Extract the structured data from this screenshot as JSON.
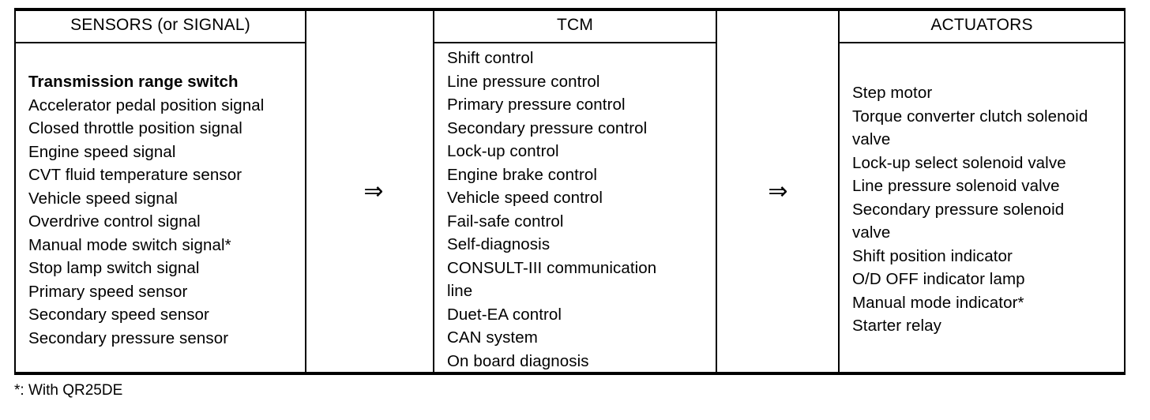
{
  "diagram": {
    "top_rule": "horizontal-rule",
    "bottom_rule": "horizontal-rule",
    "columns": [
      {
        "id": "sensors",
        "header": "SENSORS (or SIGNAL)",
        "items": [
          {
            "text": "Transmission range switch",
            "bold": true
          },
          {
            "text": "Accelerator pedal position signal",
            "bold": false
          },
          {
            "text": "Closed throttle position signal",
            "bold": false
          },
          {
            "text": "Engine speed signal",
            "bold": false
          },
          {
            "text": "CVT fluid temperature sensor",
            "bold": false
          },
          {
            "text": "Vehicle speed signal",
            "bold": false
          },
          {
            "text": "Overdrive control signal",
            "bold": false
          },
          {
            "text": "Manual mode switch signal*",
            "bold": false
          },
          {
            "text": "Stop lamp switch signal",
            "bold": false
          },
          {
            "text": "Primary speed sensor",
            "bold": false
          },
          {
            "text": "Secondary speed sensor",
            "bold": false
          },
          {
            "text": "Secondary pressure sensor",
            "bold": false
          }
        ]
      },
      {
        "id": "tcm",
        "header": "TCM",
        "items": [
          {
            "text": "Shift control",
            "bold": false
          },
          {
            "text": "Line pressure control",
            "bold": false
          },
          {
            "text": "Primary pressure control",
            "bold": false
          },
          {
            "text": "Secondary pressure control",
            "bold": false
          },
          {
            "text": "Lock-up control",
            "bold": false
          },
          {
            "text": "Engine brake control",
            "bold": false
          },
          {
            "text": "Vehicle speed control",
            "bold": false
          },
          {
            "text": "Fail-safe control",
            "bold": false
          },
          {
            "text": "Self-diagnosis",
            "bold": false
          },
          {
            "text": "CONSULT-III communication\nline",
            "bold": false
          },
          {
            "text": "Duet-EA control",
            "bold": false
          },
          {
            "text": "CAN system",
            "bold": false
          },
          {
            "text": "On board diagnosis",
            "bold": false
          }
        ]
      },
      {
        "id": "actuators",
        "header": "ACTUATORS",
        "items": [
          {
            "text": "Step motor",
            "bold": false
          },
          {
            "text": "Torque converter clutch solenoid\nvalve",
            "bold": false
          },
          {
            "text": "Lock-up select solenoid valve",
            "bold": false
          },
          {
            "text": "Line pressure solenoid valve",
            "bold": false
          },
          {
            "text": "Secondary pressure solenoid\nvalve",
            "bold": false
          },
          {
            "text": "Shift position indicator",
            "bold": false
          },
          {
            "text": "O/D OFF indicator lamp",
            "bold": false
          },
          {
            "text": "Manual mode indicator*",
            "bold": false
          },
          {
            "text": "Starter relay",
            "bold": false
          }
        ]
      }
    ],
    "arrows": [
      {
        "id": "sensors-to-tcm",
        "glyph": "⇒"
      },
      {
        "id": "tcm-to-actuators",
        "glyph": "⇒"
      }
    ],
    "footnote": "*: With QR25DE"
  }
}
